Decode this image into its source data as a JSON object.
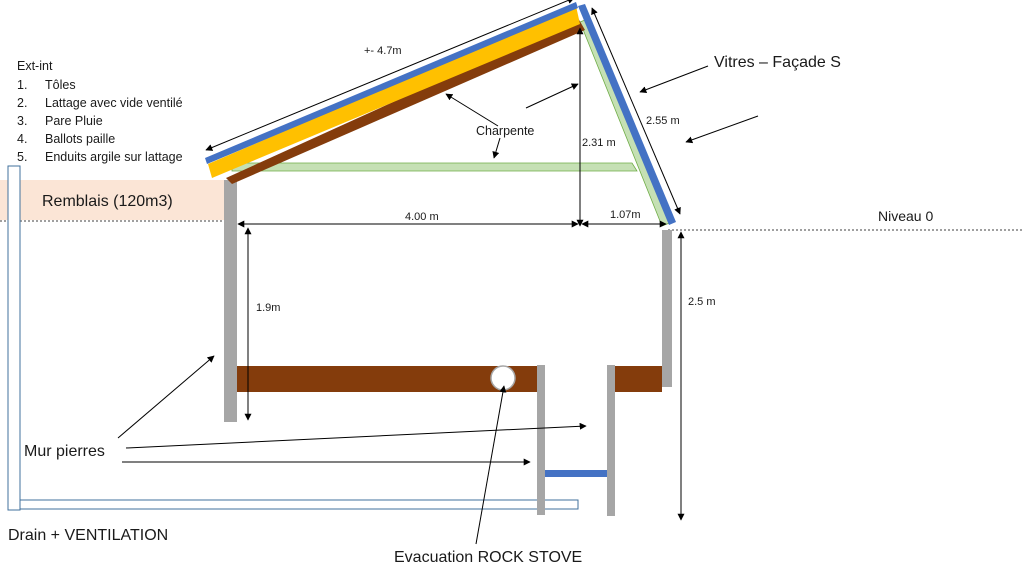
{
  "legend": {
    "heading": "Ext-int",
    "items": [
      {
        "num": "1.",
        "text": "Tôles"
      },
      {
        "num": "2.",
        "text": "Lattage avec vide ventilé"
      },
      {
        "num": "3.",
        "text": "Pare Pluie"
      },
      {
        "num": "4.",
        "text": "Ballots paille"
      },
      {
        "num": "5.",
        "text": "Enduits argile sur lattage"
      }
    ]
  },
  "labels": {
    "remblais": "Remblais (120m3)",
    "niveau": "Niveau 0",
    "vitres": "Vitres – Façade S",
    "charpente": "Charpente",
    "mur_pierres": "Mur pierres",
    "drain": "Drain + VENTILATION",
    "evacuation": "Evacuation ROCK STOVE"
  },
  "dimensions": {
    "roof_length": "+- 4.7m",
    "glass_length": "2.55 m",
    "ridge_height": "2.31 m",
    "width_main": "4.00 m",
    "width_front": "1.07m",
    "wall_height": "1.9m",
    "total_height": "2.5 m"
  },
  "colors": {
    "roof_blue": "#4472c4",
    "roof_yellow": "#ffc000",
    "rafter_brown": "#843c0c",
    "rafter_green": "#c5e0b4",
    "floor_brown": "#843c0c",
    "wall_grey": "#a6a6a6",
    "remblais_fill": "#fbe5d6",
    "drain_fill": "#ffffff",
    "drain_stroke": "#41719c"
  }
}
